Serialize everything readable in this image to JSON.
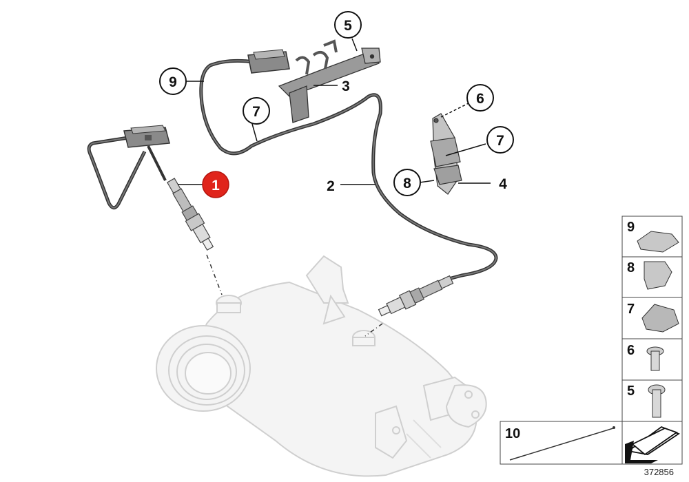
{
  "diagram": {
    "callouts": {
      "c1": "1",
      "c2": "2",
      "c3": "3",
      "c4": "4",
      "c5": "5",
      "c6": "6",
      "c7a": "7",
      "c7b": "7",
      "c8": "8",
      "c9": "9"
    },
    "legend": {
      "items": [
        "9",
        "8",
        "7",
        "6",
        "5"
      ],
      "bottom_label": "10"
    },
    "reference_number": "372856",
    "highlight_color": "#e0241b"
  }
}
